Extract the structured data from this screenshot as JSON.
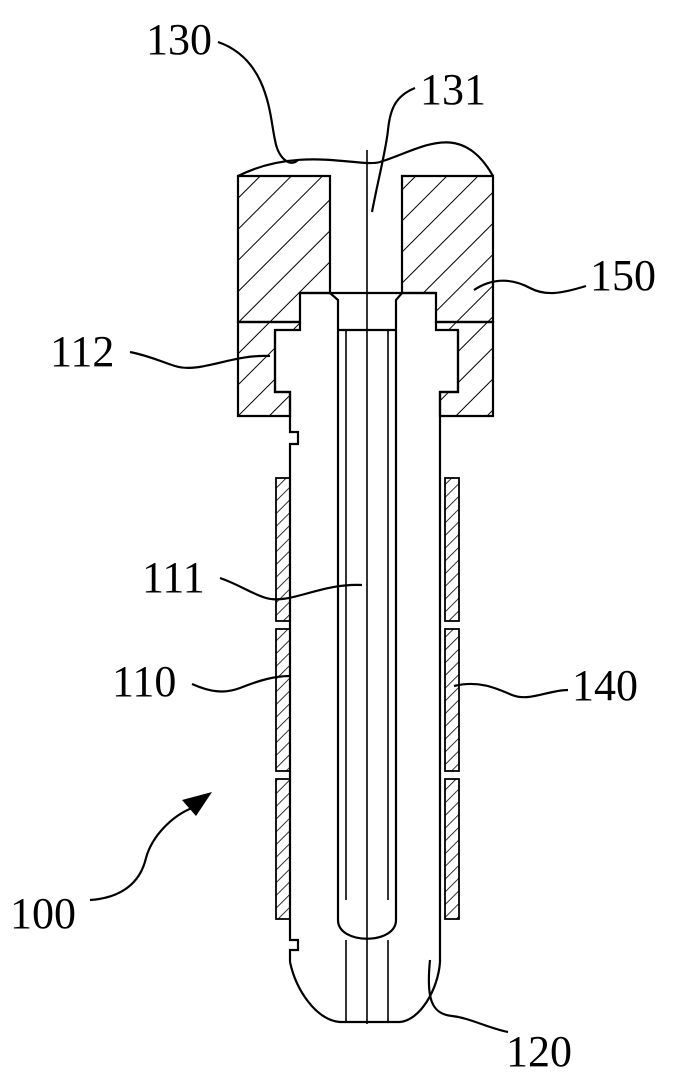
{
  "labels": {
    "l130": "130",
    "l131": "131",
    "l150": "150",
    "l112": "112",
    "l111": "111",
    "l110": "110",
    "l140": "140",
    "l100": "100",
    "l120": "120"
  }
}
